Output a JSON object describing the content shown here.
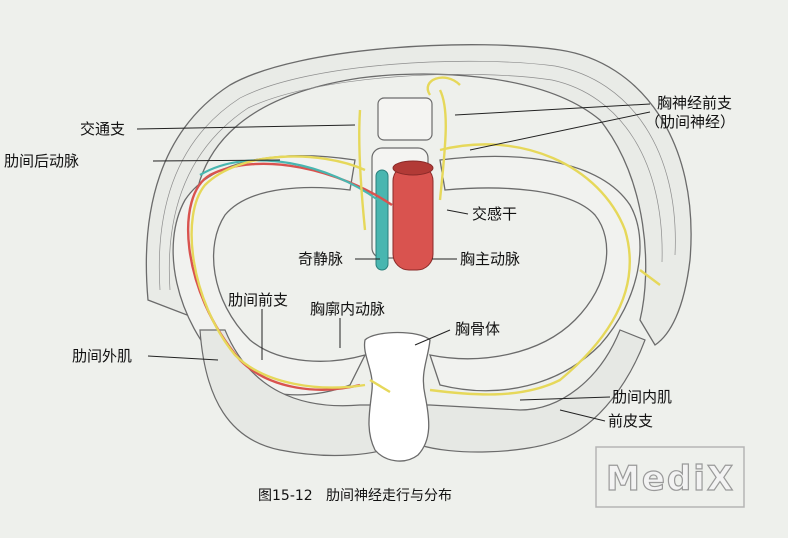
{
  "labels": {
    "ramus_communicans": "交通支",
    "posterior_intercostal_artery": "肋间后动脉",
    "anterior_ramus_line1": "胸神经前支",
    "anterior_ramus_line2": "（肋间神经）",
    "sympathetic_trunk": "交感干",
    "azygos_vein": "奇静脉",
    "thoracic_aorta": "胸主动脉",
    "anterior_branch": "肋间前支",
    "internal_thoracic_artery": "胸廓内动脉",
    "sternum": "胸骨体",
    "external_intercostal": "肋间外肌",
    "internal_intercostal": "肋间内肌",
    "anterior_cutaneous_branch": "前皮支"
  },
  "caption": "图15-12   肋间神经走行与分布",
  "watermark": "MediX",
  "colors": {
    "background": "#eef0ec",
    "nerve": "#e6d85a",
    "artery": "#d9534f",
    "vein": "#49b6b0",
    "outline": "#6b6b6b"
  }
}
